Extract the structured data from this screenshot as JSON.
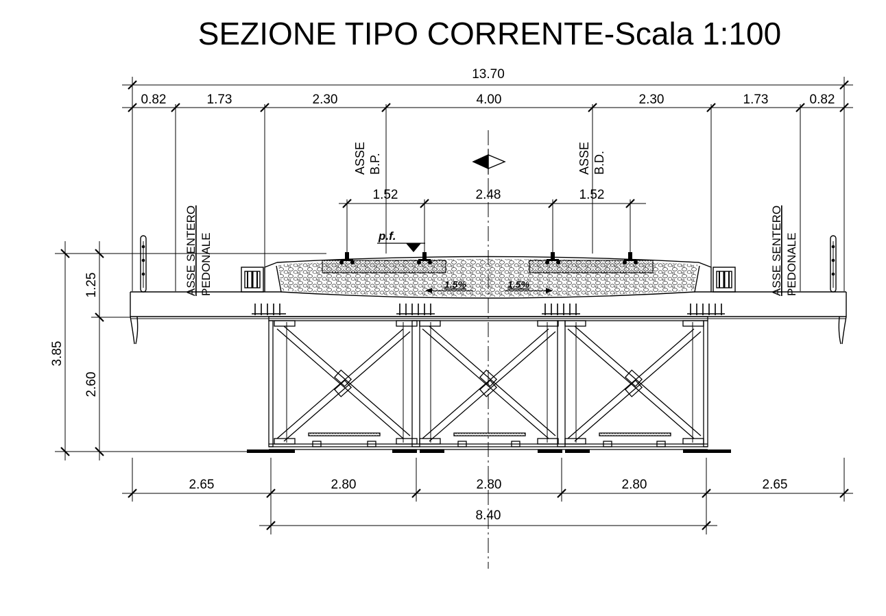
{
  "title": "SEZIONE TIPO CORRENTE-Scala 1:100",
  "dimensions": {
    "overall_width": "13.70",
    "top_row": [
      "0.82",
      "1.73",
      "2.30",
      "4.00",
      "2.30",
      "1.73",
      "0.82"
    ],
    "rail_row": [
      "1.52",
      "2.48",
      "1.52"
    ],
    "bottom_row": [
      "2.65",
      "2.80",
      "2.80",
      "2.80",
      "2.65"
    ],
    "truss_width": "8.40",
    "left_heights": [
      "3.85",
      "1.25",
      "2.60"
    ]
  },
  "labels": {
    "track_left_axis": [
      "ASSE",
      "B.P."
    ],
    "track_right_axis": [
      "ASSE",
      "B.D."
    ],
    "walkway_axis_left": [
      "ASSE SENTERO",
      "PEDONALE"
    ],
    "walkway_axis_right": [
      "ASSE SENTERO",
      "PEDONALE"
    ],
    "rail_level": "p.f.",
    "slope_left": "1.5%",
    "slope_right": "1.5%"
  }
}
